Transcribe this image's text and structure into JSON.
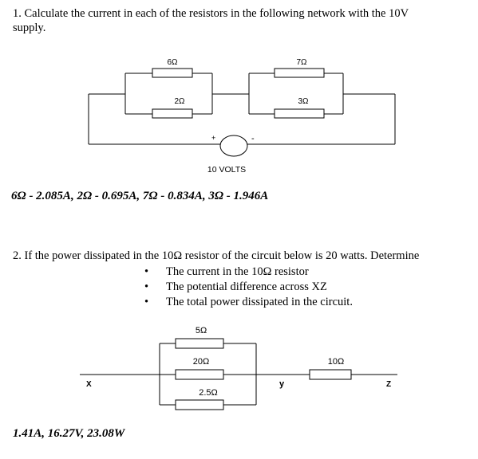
{
  "q1": {
    "line1": "1. Calculate the current in each of the resistors in the following network with the 10V",
    "line2": "supply.",
    "circuit": {
      "r_top_left": "6Ω",
      "r_bottom_left": "2Ω",
      "r_top_right": "7Ω",
      "r_bottom_right": "3Ω",
      "plus": "+",
      "minus": "-",
      "source_label": "10 VOLTS"
    },
    "answer": "6Ω - 2.085A, 2Ω - 0.695A, 7Ω - 0.834A, 3Ω - 1.946A"
  },
  "q2": {
    "stem": "2. If the power dissipated in the 10Ω resistor of the circuit below is 20 watts. Determine",
    "bullets": [
      "The current in the 10Ω resistor",
      "The potential difference across XZ",
      "The total power dissipated in the circuit."
    ],
    "circuit": {
      "r_top": "5Ω",
      "r_middle": "20Ω",
      "r_bottom": "2.5Ω",
      "r_series": "10Ω",
      "node_x": "X",
      "node_y": "y",
      "node_z": "Z"
    },
    "answer": "1.41A, 16.27V, 23.08W"
  }
}
